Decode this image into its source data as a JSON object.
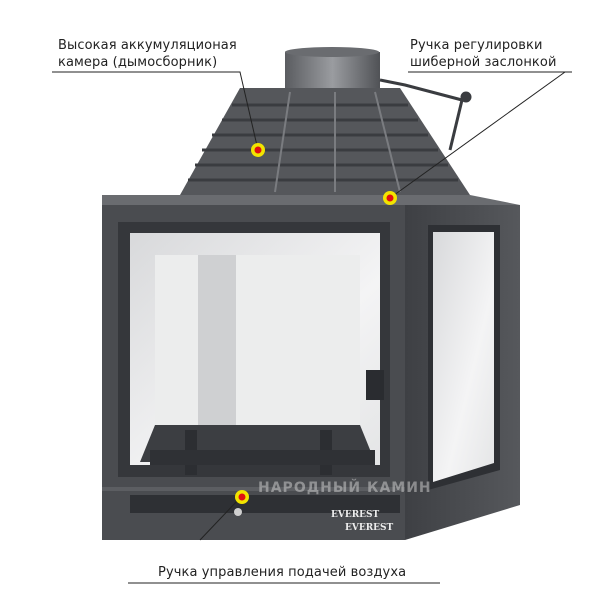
{
  "annotations": [
    {
      "id": "smoke-chamber",
      "lines": [
        "Высокая аккумуляционая",
        "камера (дымосборник)"
      ]
    },
    {
      "id": "damper-handle",
      "lines": [
        "Ручка регулировки",
        "шиберной заслонкой"
      ]
    },
    {
      "id": "air-control",
      "lines": [
        "Ручка управления подачей воздуха"
      ]
    }
  ],
  "watermark": "НАРОДНЫЙ КАМИН",
  "brand": "EVEREST",
  "colors": {
    "marker_outer": "#f2e400",
    "marker_inner": "#e01010",
    "body": "#4a4c50",
    "line": "#222222"
  }
}
